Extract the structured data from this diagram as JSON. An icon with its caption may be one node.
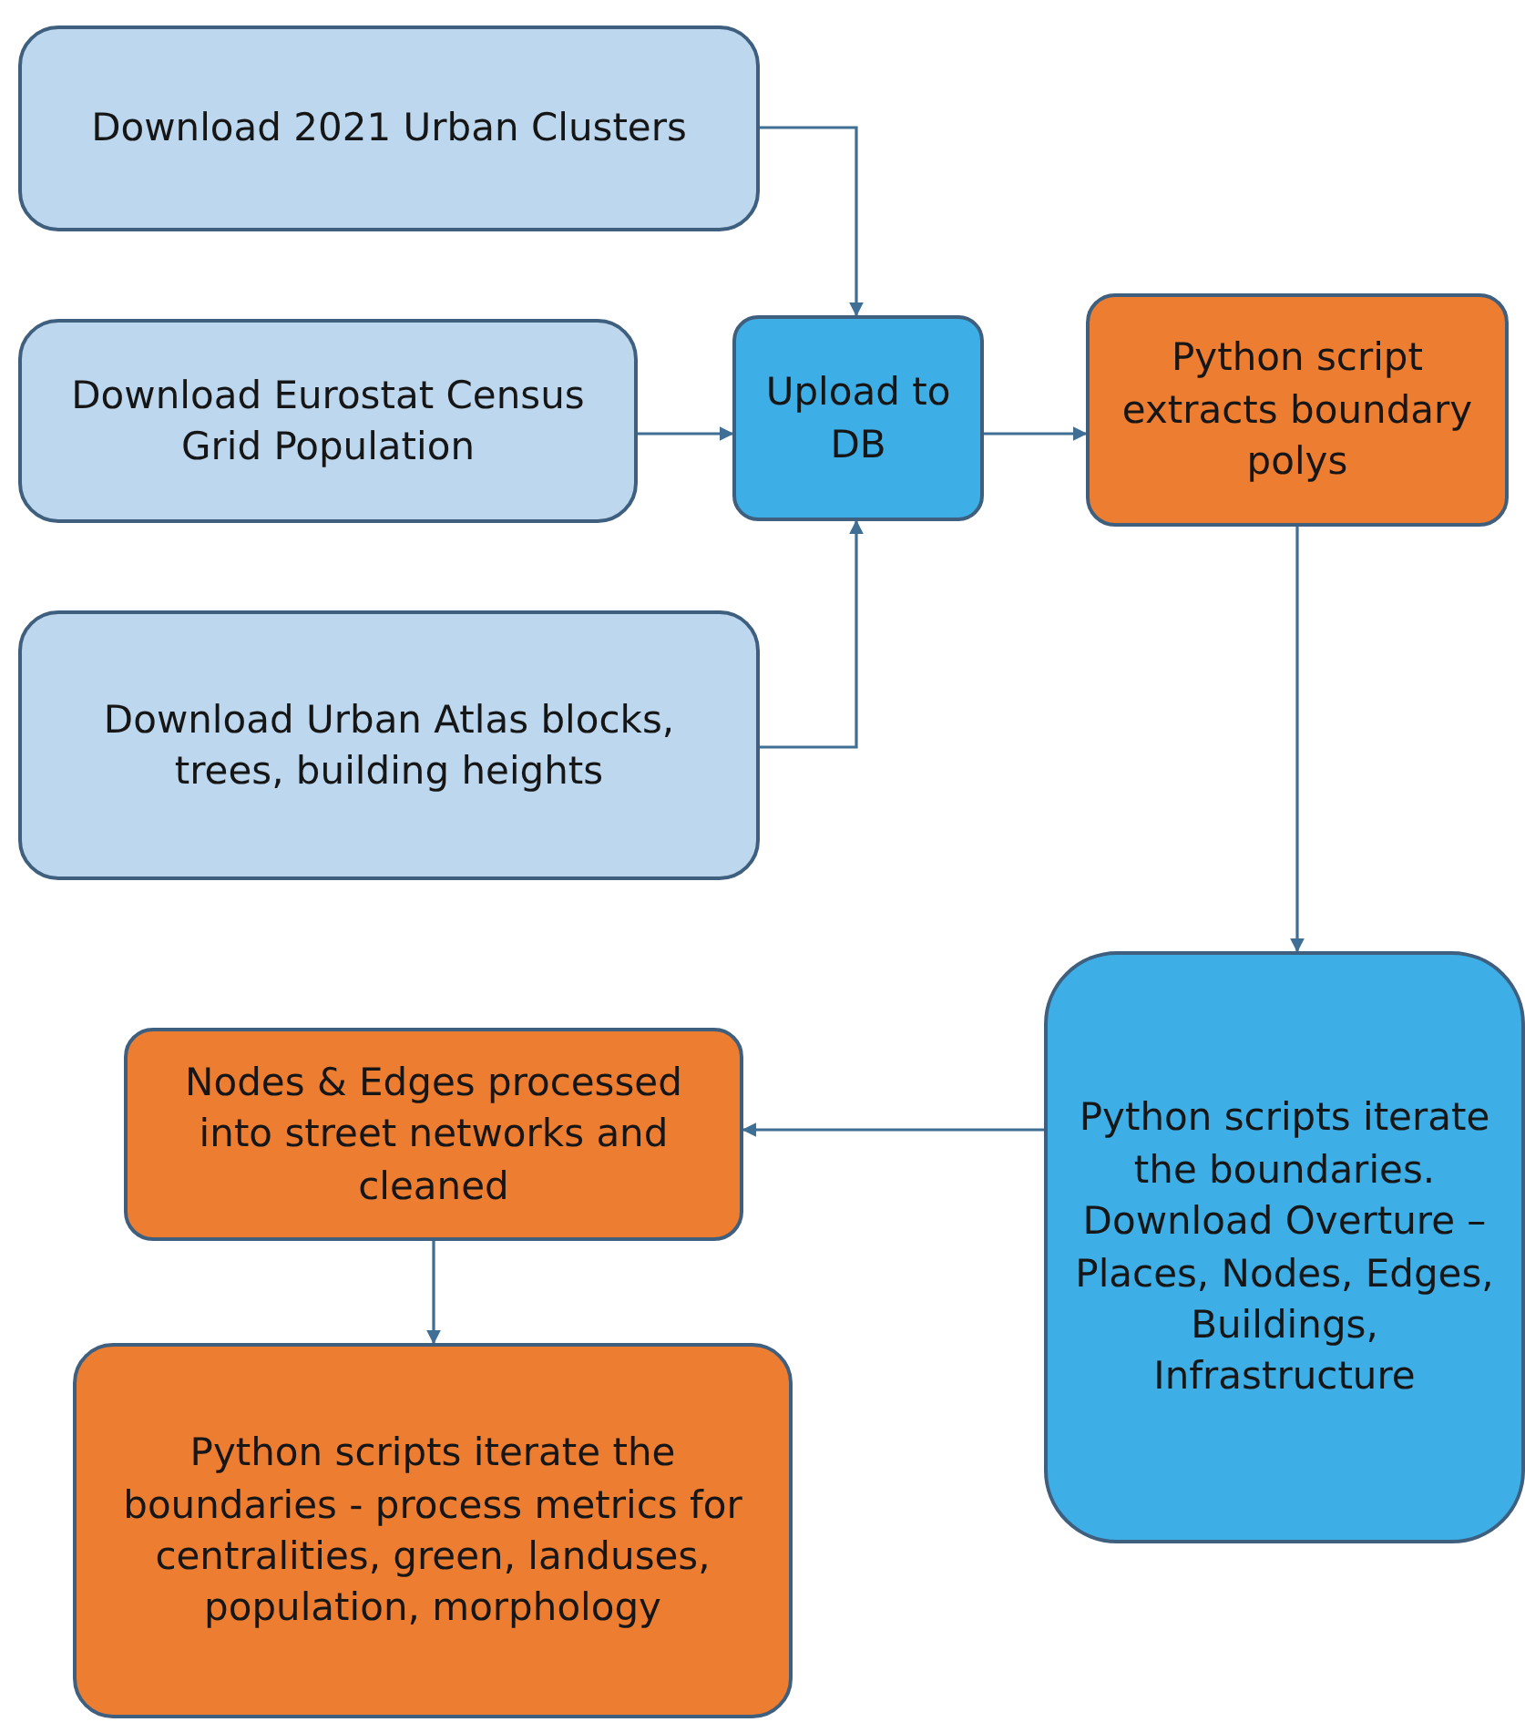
{
  "diagram": {
    "nodes": [
      {
        "text": [
          "Download 2021 Urban Clusters"
        ]
      },
      {
        "text": [
          "Download Eurostat Census Grid Population"
        ]
      },
      {
        "text": [
          "Upload to DB"
        ]
      },
      {
        "text": [
          "Python script extracts boundary polys"
        ]
      },
      {
        "text": [
          "Download Urban Atlas blocks, trees, building heights"
        ]
      },
      {
        "text": [
          "Python scripts iterate the boundaries. Download Overture – Places, Nodes, Edges, Buildings, Infrastructure"
        ]
      },
      {
        "text": [
          "Nodes & Edges processed into street networks and cleaned"
        ]
      },
      {
        "text": [
          "Python scripts iterate the boundaries - process metrics for centralities, green, landuses, population, morphology"
        ]
      }
    ],
    "edges": [
      {
        "from": 0,
        "to": 2,
        "arrow": "to"
      },
      {
        "from": 1,
        "to": 2,
        "arrow": "to"
      },
      {
        "from": 4,
        "to": 2,
        "arrow": "to"
      },
      {
        "from": 2,
        "to": 3,
        "arrow": "to"
      },
      {
        "from": 3,
        "to": 5,
        "arrow": "to"
      },
      {
        "from": 5,
        "to": 6,
        "arrow": "to"
      },
      {
        "from": 6,
        "to": 7,
        "arrow": "to"
      }
    ]
  }
}
